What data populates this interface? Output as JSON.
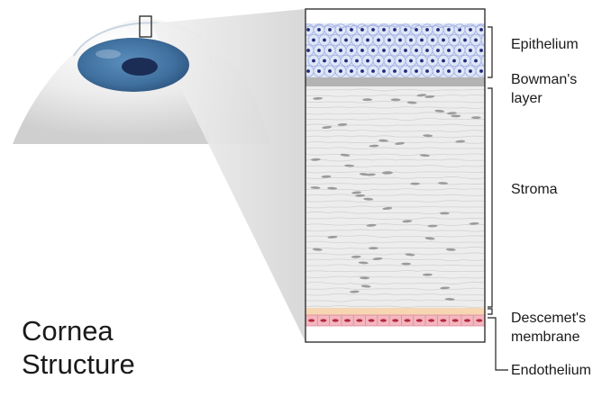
{
  "title": {
    "line1": "Cornea",
    "line2": "Structure"
  },
  "labels": {
    "epithelium": "Epithelium",
    "bowmans_line1": "Bowman's",
    "bowmans_line2": "layer",
    "stroma": "Stroma",
    "descemets_line1": "Descemet's",
    "descemets_line2": "membrane",
    "endothelium": "Endothelium"
  },
  "colors": {
    "epithelium_fill": "#dfe6f7",
    "epithelium_cell": "#a9b7e3",
    "epithelium_nucleus": "#1f2b78",
    "bowman": "#b3b3b3",
    "stroma_bg": "#ededed",
    "stroma_fiber": "#d2d2d2",
    "stroma_cell": "#9b9b9b",
    "descemet": "#f7d6b4",
    "endothelium_fill": "#f4b6bf",
    "endothelium_nucleus": "#b3283c",
    "iris": "#3f6f9d",
    "pupil": "#1c2d55",
    "eyeball_shade": "#cfcfcf"
  }
}
